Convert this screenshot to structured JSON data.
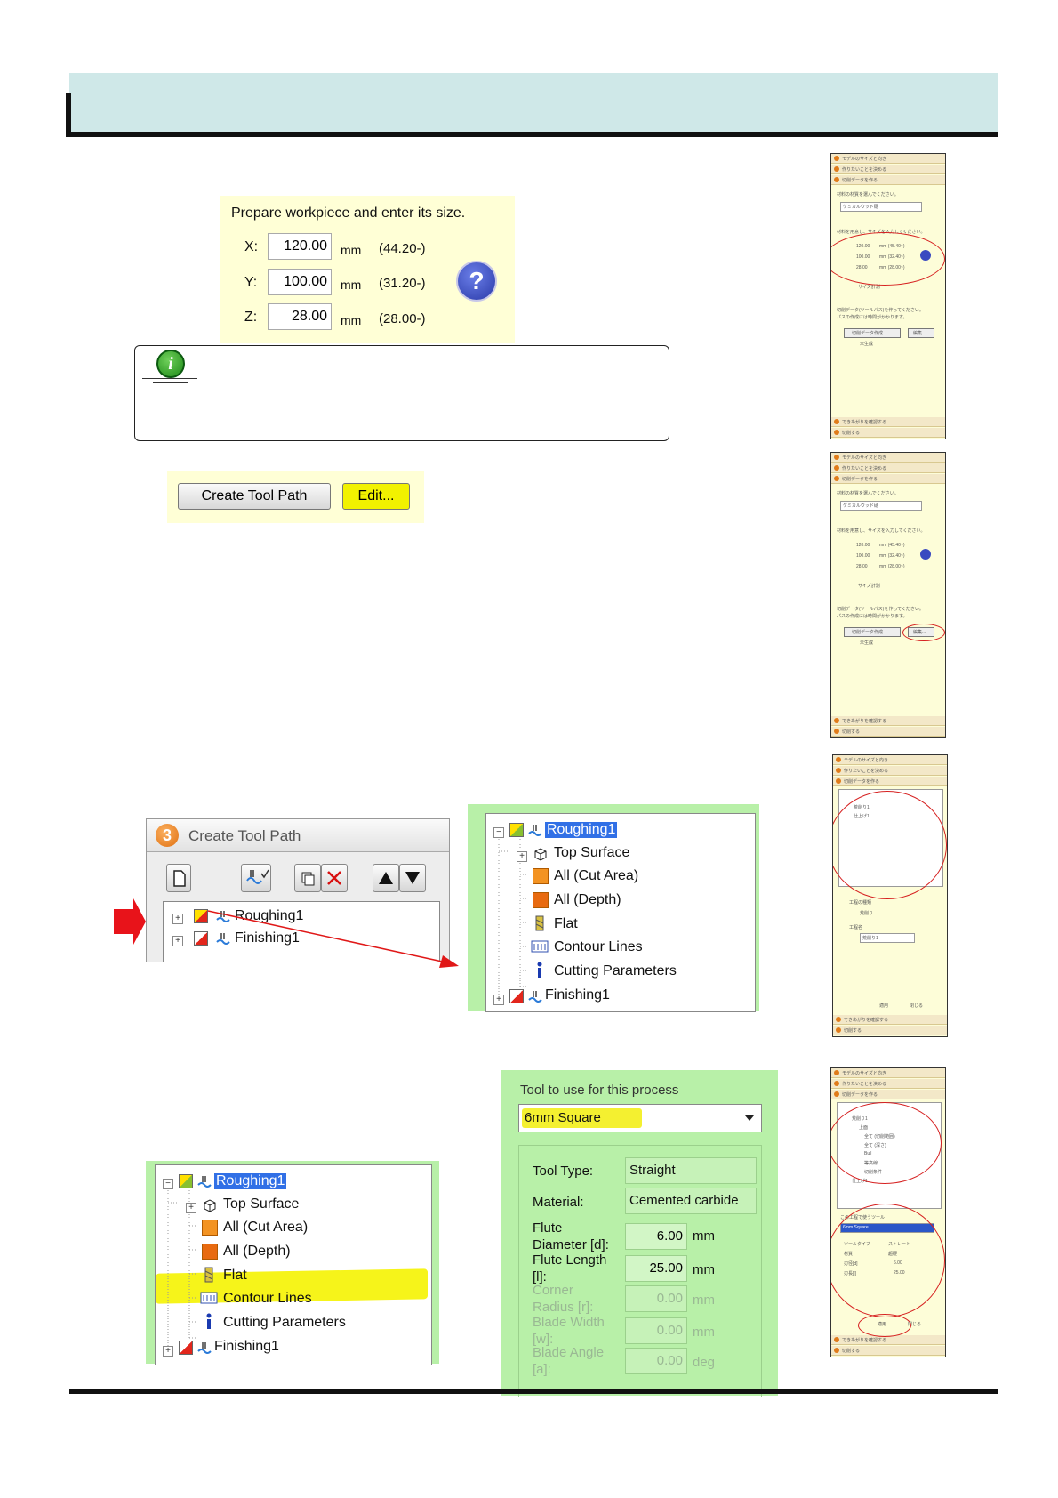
{
  "workpiece": {
    "prompt": "Prepare workpiece and enter its size.",
    "fields": [
      {
        "axis": "X:",
        "value": "120.00",
        "unit": "mm",
        "range": "(44.20-)"
      },
      {
        "axis": "Y:",
        "value": "100.00",
        "unit": "mm",
        "range": "(31.20-)"
      },
      {
        "axis": "Z:",
        "value": "28.00",
        "unit": "mm",
        "range": "(28.00-)"
      }
    ],
    "help_glyph": "?"
  },
  "info_glyph": "i",
  "toolpath_buttons": {
    "create_label": "Create Tool Path",
    "edit_label": "Edit..."
  },
  "create_panel": {
    "step_number": "3",
    "title": "Create Tool Path"
  },
  "process_tree": {
    "roughing": "Roughing1",
    "finishing": "Finishing1",
    "children": [
      "Top Surface",
      "All (Cut Area)",
      "All (Depth)",
      "Flat",
      "Contour Lines",
      "Cutting Parameters"
    ]
  },
  "tool_panel": {
    "heading": "Tool to use for this process",
    "selected_tool": "6mm Square",
    "tool_type_label": "Tool Type:",
    "tool_type_value": "Straight",
    "material_label": "Material:",
    "material_value": "Cemented carbide",
    "flute_diameter_label": "Flute Diameter [d]:",
    "flute_diameter_value": "6.00",
    "flute_length_label": "Flute Length [l]:",
    "flute_length_value": "25.00",
    "corner_radius_label": "Corner Radius [r]:",
    "corner_radius_value": "0.00",
    "blade_width_label": "Blade Width [w]:",
    "blade_width_value": "0.00",
    "blade_angle_label": "Blade Angle [a]:",
    "blade_angle_value": "0.00",
    "unit_mm": "mm",
    "unit_deg": "deg"
  },
  "thumbnails": {
    "tab1": "モデルのサイズと向き",
    "tab2": "作りたいことを決める",
    "tab3": "切削データを作る",
    "material_prompt": "材料の材質を選んでください。",
    "material_value": "ケミカルウッド硬",
    "size_prompt": "材料を用意し、サイズを入力してください。",
    "x_val": "120.00",
    "x_range": "mm (45.40~)",
    "y_val": "100.00",
    "y_range": "mm (32.40~)",
    "z_val": "28.00",
    "z_range": "mm (28.00~)",
    "size_button": "サイズ計測",
    "toolpath_prompt": "切削データ(ツールパス)を作ってください。",
    "toolpath_note": "パスの作成には時間がかかります。",
    "create_button": "切削データ作成",
    "edit_button": "編集...",
    "status": "未生成",
    "footer1": "できあがりを確認する",
    "footer2": "切削する",
    "tree_rough": "荒削り1",
    "tree_finish": "仕上げ1",
    "process_type_label": "工程の種類",
    "process_type_value": "荒削り",
    "process_name_label": "工程名",
    "process_name_value": "荒削り1",
    "apply_button": "適用",
    "close_button": "閉じる",
    "tree_top": "上面",
    "tree_all_cut": "全て (切削範囲)",
    "tree_all_depth": "全て (深さ)",
    "tree_flat": "Bull",
    "tree_contour": "等高線",
    "tree_params": "切削条件",
    "tool_heading": "この工程で使うツール",
    "tool_selected": "6mm Square",
    "tool_type_label": "ツールタイプ",
    "tool_type_value": "ストレート",
    "material_label": "材質",
    "material_val": "超硬",
    "dia_label": "刃径[d]",
    "dia_val": "6.00",
    "len_label": "刃長[l]",
    "len_val": "25.00"
  }
}
